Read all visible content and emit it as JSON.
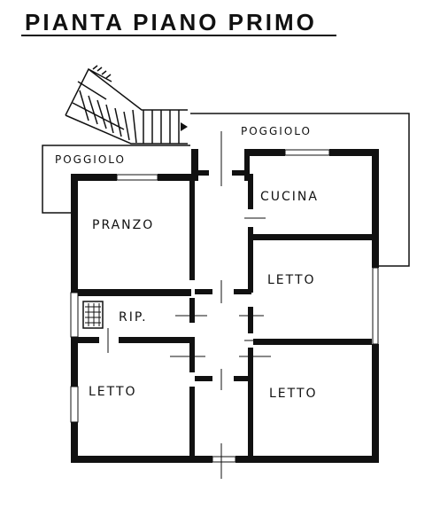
{
  "title": "PIANTA PIANO PRIMO",
  "rooms": {
    "poggiolo_top": "POGGIOLO",
    "poggiolo_left": "POGGIOLO",
    "pranzo": "PRANZO",
    "cucina": "CUCINA",
    "letto_right_upper": "LETTO",
    "rip": "RIP.",
    "letto_left": "LETTO",
    "letto_right_lower": "LETTO"
  },
  "colors": {
    "ink": "#111111",
    "paper": "#ffffff"
  },
  "icons": {
    "stairs": "stairs-icon",
    "grate": "vent-grate-icon"
  }
}
